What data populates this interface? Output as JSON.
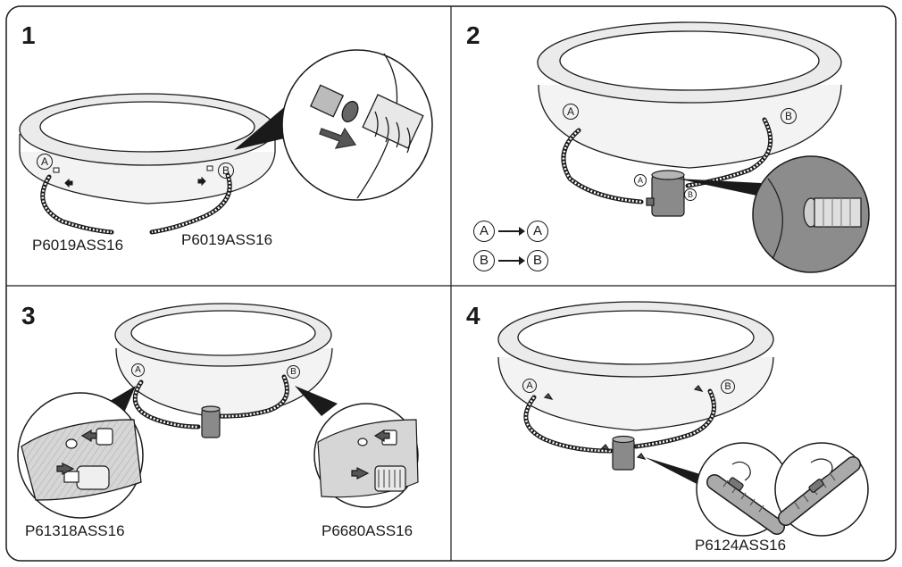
{
  "steps": [
    {
      "number": "1",
      "labels": [
        "P6019ASS16",
        "P6019ASS16"
      ],
      "markers": [
        "A",
        "B"
      ]
    },
    {
      "number": "2",
      "markers": [
        "A",
        "B"
      ],
      "legend": [
        {
          "from": "A",
          "to": "A"
        },
        {
          "from": "B",
          "to": "B"
        }
      ]
    },
    {
      "number": "3",
      "labels": [
        "P61318ASS16",
        "P6680ASS16"
      ],
      "markers": [
        "A",
        "B"
      ]
    },
    {
      "number": "4",
      "labels": [
        "P6124ASS16"
      ],
      "markers": [
        "A",
        "B"
      ]
    }
  ],
  "colors": {
    "line": "#1a1a1a",
    "pool_shade": "#e6e6e6",
    "grey_zoom": "#8c8c8c",
    "pump": "#7a7a7a"
  }
}
